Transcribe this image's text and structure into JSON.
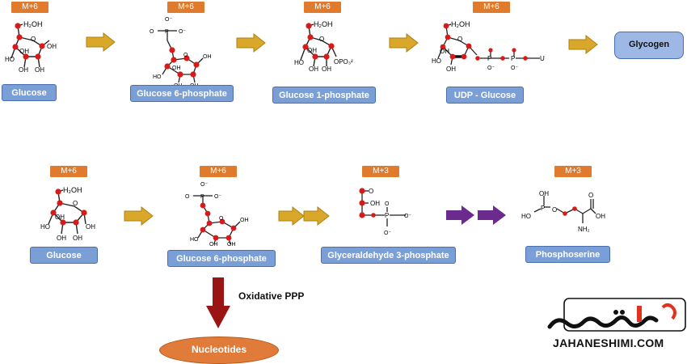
{
  "badges": {
    "glucose_top": "M+6",
    "g6p_top": "M+6",
    "g1p": "M+6",
    "udpg": "M+6",
    "glucose_bottom": "M+6",
    "g6p_bottom": "M+6",
    "g3p": "M+3",
    "phosphoserine": "M+3"
  },
  "labels": {
    "glucose_top": "Glucose",
    "g6p_top": "Glucose 6-phosphate",
    "g1p": "Glucose 1-phosphate",
    "udpg": "UDP - Glucose",
    "glycogen": "Glycogen",
    "glucose_bottom": "Glucose",
    "g6p_bottom": "Glucose 6-phosphate",
    "g3p": "Glyceraldehyde 3-phosphate",
    "phosphoserine": "Phosphoserine",
    "ppp": "Oxidative PPP",
    "nucleotides": "Nucleotides"
  },
  "chem": {
    "h2oh": "H₂OH",
    "oh": "OH",
    "ho": "HO",
    "o": "O",
    "o_minus": "O⁻",
    "p": "P",
    "opo3": "OPO₃²",
    "u": "U",
    "nh2": "NH₂"
  },
  "watermark": {
    "site": "JAHANESHIMI.COM"
  },
  "colors": {
    "badge": "#e07b2e",
    "label": "#7a9fd6",
    "arrow_gold": "#d9a82a",
    "arrow_purple": "#6a2a8e",
    "arrow_red": "#9b1414",
    "atom_red": "#d71a1a",
    "nucleotides": "#e07b3a"
  },
  "icons": {
    "process_arrow": "right-arrow-icon",
    "down_arrow": "down-arrow-icon"
  }
}
